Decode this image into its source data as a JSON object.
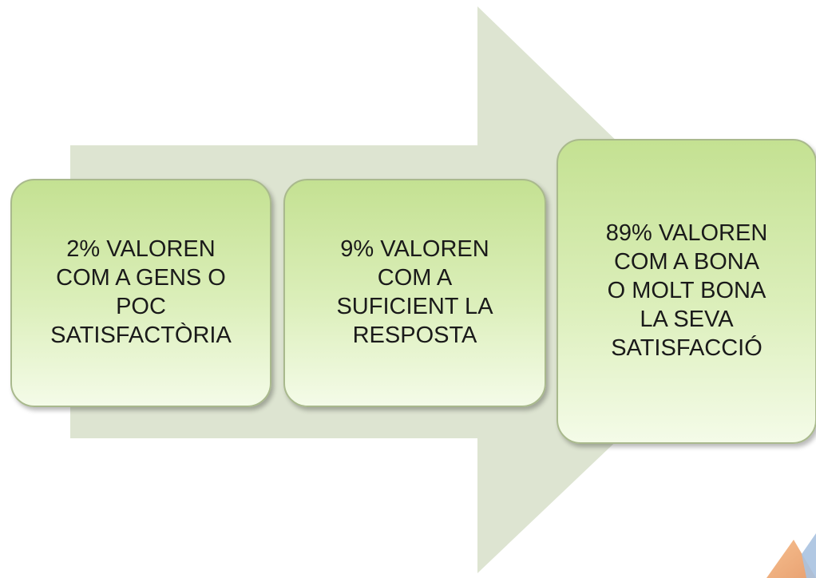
{
  "diagram": {
    "steps": [
      {
        "text": "2% VALOREN\nCOM A GENS O\nPOC\nSATISFACTÒRIA"
      },
      {
        "text": "9% VALOREN\nCOM A\nSUFICIENT LA\nRESPOSTA"
      },
      {
        "text": "89% VALOREN\nCOM A BONA\nO MOLT BONA\nLA SEVA\nSATISFACCIÓ"
      }
    ]
  },
  "colors": {
    "arrow": "#dde4d1",
    "box_top": "#c4e192",
    "box_bottom": "#f4fbe8",
    "box_border": "#a9b98d",
    "corner_mark": "#f4b183"
  }
}
